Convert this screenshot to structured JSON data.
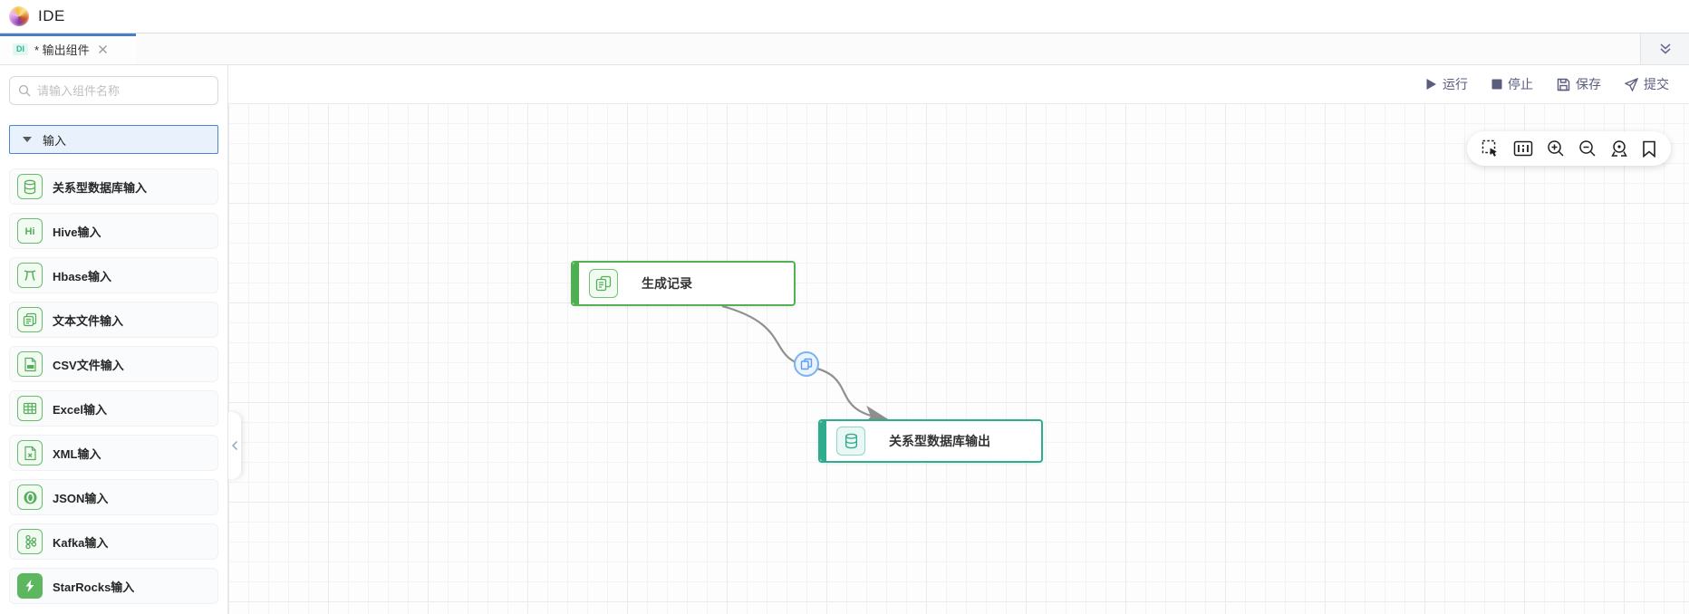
{
  "header": {
    "title": "IDE",
    "logo_icon": "swirl-logo"
  },
  "tab_bar": {
    "active_tab": {
      "badge": "DI",
      "label": "* 输出组件",
      "close_icon": "close"
    },
    "collapse_all_icon": "double-chevron-down"
  },
  "sidebar": {
    "search": {
      "placeholder": "请输入组件名称",
      "icon": "search"
    },
    "section": {
      "label": "输入",
      "state": "expanded",
      "icon": "caret-down"
    },
    "items": [
      {
        "label": "关系型数据库输入",
        "icon": "database"
      },
      {
        "label": "Hive输入",
        "icon": "hive",
        "glyph": "Hi"
      },
      {
        "label": "Hbase输入",
        "icon": "hbase"
      },
      {
        "label": "文本文件输入",
        "icon": "text-file"
      },
      {
        "label": "CSV文件输入",
        "icon": "csv-file"
      },
      {
        "label": "Excel输入",
        "icon": "excel"
      },
      {
        "label": "XML输入",
        "icon": "xml-file"
      },
      {
        "label": "JSON输入",
        "icon": "json"
      },
      {
        "label": "Kafka输入",
        "icon": "kafka"
      },
      {
        "label": "StarRocks输入",
        "icon": "starrocks"
      }
    ]
  },
  "actions": {
    "run": "运行",
    "stop": "停止",
    "save": "保存",
    "submit": "提交"
  },
  "canvas": {
    "toolbar_icons": [
      "marquee-select",
      "minimap",
      "zoom-in",
      "zoom-out",
      "locate",
      "bookmark"
    ],
    "nodes": [
      {
        "label": "生成记录",
        "icon": "copy-docs",
        "accent": "#4caf50"
      },
      {
        "label": "关系型数据库输出",
        "icon": "database",
        "accent": "#2fab8e"
      }
    ],
    "edge": {
      "badge_icon": "copy-docs",
      "color": "#8f8f8f"
    }
  },
  "colors": {
    "accent_blue": "#4b7cc9",
    "node_green": "#52b153",
    "node_teal": "#2fab8e",
    "action_icon": "#5b5d7e",
    "edge_gray": "#8f8f8f"
  }
}
